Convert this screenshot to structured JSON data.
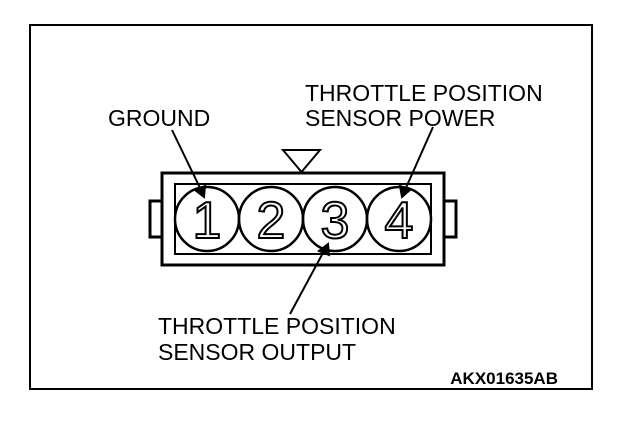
{
  "labels": {
    "ground": "GROUND",
    "tps_power_line1": "THROTTLE POSITION",
    "tps_power_line2": "SENSOR POWER",
    "tps_output_line1": "THROTTLE POSITION",
    "tps_output_line2": "SENSOR OUTPUT"
  },
  "pins": [
    "1",
    "2",
    "3",
    "4"
  ],
  "figure_code": "AKX01635AB"
}
